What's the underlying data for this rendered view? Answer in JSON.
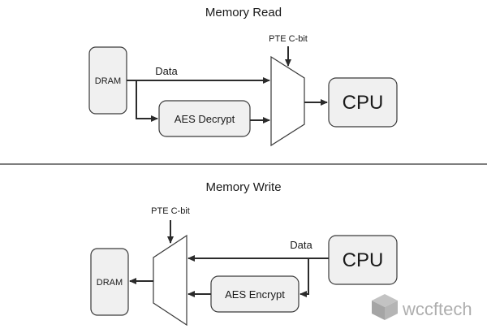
{
  "read": {
    "title": "Memory Read",
    "pte_label": "PTE C-bit",
    "dram_label": "DRAM",
    "data_label": "Data",
    "aes_label": "AES Decrypt",
    "cpu_label": "CPU"
  },
  "write": {
    "title": "Memory Write",
    "pte_label": "PTE C-bit",
    "dram_label": "DRAM",
    "data_label": "Data",
    "aes_label": "AES Encrypt",
    "cpu_label": "CPU"
  },
  "watermark": "wccftech",
  "colors": {
    "box_fill": "#f0f0f0",
    "stroke": "#3a3a3a",
    "divider": "#555555",
    "watermark": "#9a9a9a"
  }
}
